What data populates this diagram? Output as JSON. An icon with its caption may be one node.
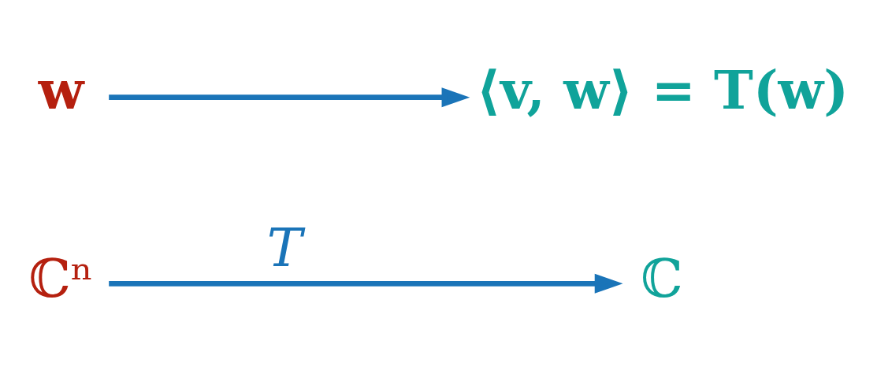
{
  "diagram": {
    "nodes": [
      {
        "text": [
          "ℂⁿ"
        ]
      },
      {
        "text": [
          "ℂ"
        ]
      },
      {
        "text": [
          "w"
        ]
      },
      {
        "text": [
          "⟨v, w⟩ = T(w)"
        ]
      }
    ],
    "edges": [
      {
        "from": 0,
        "to": 1,
        "arrow": "to",
        "label": "T"
      },
      {
        "from": 2,
        "to": 3,
        "arrow": "to"
      }
    ]
  }
}
